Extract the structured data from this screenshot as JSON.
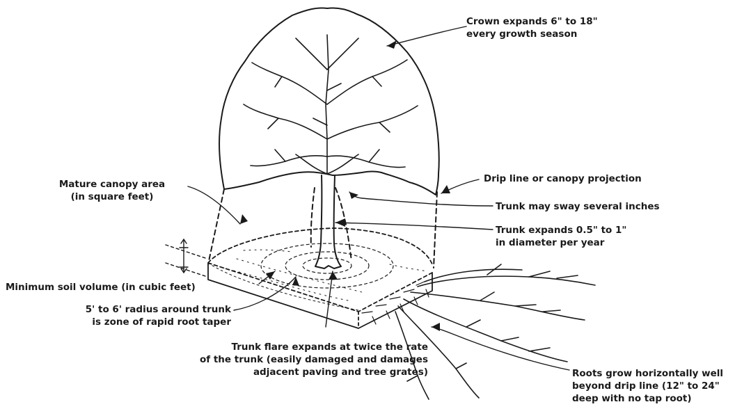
{
  "labels": {
    "crown": [
      "Crown expands 6\" to 18\"",
      "every growth season"
    ],
    "drip_line": [
      "Drip line or canopy projection"
    ],
    "canopy_area": [
      "Mature canopy area",
      "(in square feet)"
    ],
    "trunk_sway": [
      "Trunk may sway several inches"
    ],
    "trunk_expands": [
      "Trunk expands 0.5\" to 1\"",
      "in diameter per year"
    ],
    "soil_volume": [
      "Minimum soil volume (in cubic feet)"
    ],
    "root_taper": [
      "5' to 6' radius around trunk",
      "is zone of rapid root taper"
    ],
    "trunk_flare": [
      "Trunk flare expands at twice the rate",
      "of the trunk (easily damaged and damages",
      "adjacent paving and tree grates)"
    ],
    "roots_grow": [
      "Roots grow horizontally well",
      "beyond drip line (12\" to 24\"",
      "deep with no tap root)"
    ]
  },
  "colors": {
    "ink": "#1a1a1a",
    "paper": "#ffffff"
  }
}
